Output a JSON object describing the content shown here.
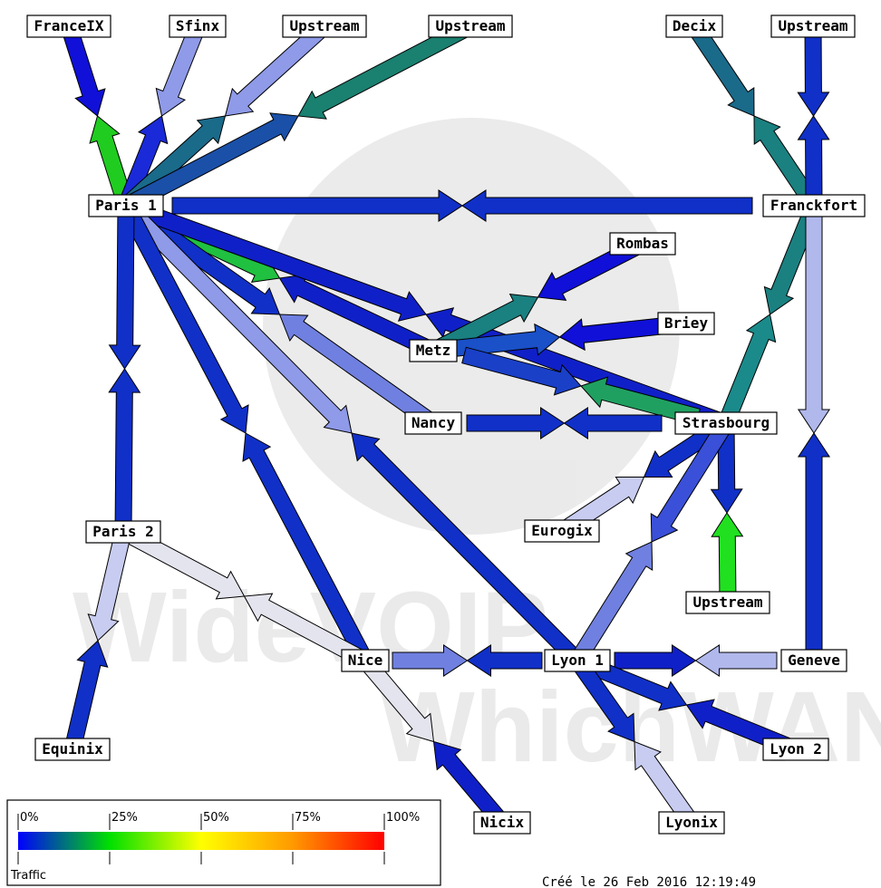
{
  "watermark": {
    "line1": "WideVOIP",
    "line2": "WhichWAN"
  },
  "nodes": [
    {
      "id": "franceix",
      "label": "FranceIX"
    },
    {
      "id": "sfinx",
      "label": "Sfinx"
    },
    {
      "id": "upstream1",
      "label": "Upstream"
    },
    {
      "id": "upstream2",
      "label": "Upstream"
    },
    {
      "id": "decix",
      "label": "Decix"
    },
    {
      "id": "upstream3",
      "label": "Upstream"
    },
    {
      "id": "paris1",
      "label": "Paris 1"
    },
    {
      "id": "franckfort",
      "label": "Franckfort"
    },
    {
      "id": "rombas",
      "label": "Rombas"
    },
    {
      "id": "briey",
      "label": "Briey"
    },
    {
      "id": "metz",
      "label": "Metz"
    },
    {
      "id": "nancy",
      "label": "Nancy"
    },
    {
      "id": "strasbourg",
      "label": "Strasbourg"
    },
    {
      "id": "eurogix",
      "label": "Eurogix"
    },
    {
      "id": "paris2",
      "label": "Paris 2"
    },
    {
      "id": "upstream4",
      "label": "Upstream"
    },
    {
      "id": "nice",
      "label": "Nice"
    },
    {
      "id": "lyon1",
      "label": "Lyon 1"
    },
    {
      "id": "geneve",
      "label": "Geneve"
    },
    {
      "id": "equinix",
      "label": "Equinix"
    },
    {
      "id": "lyon2",
      "label": "Lyon 2"
    },
    {
      "id": "nicix",
      "label": "Nicix"
    },
    {
      "id": "lyonix",
      "label": "Lyonix"
    }
  ],
  "links": [
    {
      "a": "franceix",
      "b": "paris1",
      "ab": "#1010d8",
      "ba": "#20cc20"
    },
    {
      "a": "sfinx",
      "b": "paris1",
      "ab": "#8f9ae8",
      "ba": "#1a2ad8"
    },
    {
      "a": "upstream1",
      "b": "paris1",
      "ab": "#8f9ae8",
      "ba": "#1a6a8a"
    },
    {
      "a": "upstream2",
      "b": "paris1",
      "ab": "#1a8070",
      "ba": "#1a50a8"
    },
    {
      "a": "decix",
      "b": "franckfort",
      "ab": "#1a6a8a",
      "ba": "#1a8080"
    },
    {
      "a": "upstream3",
      "b": "franckfort",
      "ab": "#1030c8",
      "ba": "#1030c8"
    },
    {
      "a": "paris1",
      "b": "franckfort",
      "ab": "#1030c8",
      "ba": "#1030c8"
    },
    {
      "a": "paris1",
      "b": "metz",
      "ab": "#20c040",
      "ba": "#1020c8"
    },
    {
      "a": "paris1",
      "b": "nancy",
      "ab": "#1030c8",
      "ba": "#7080e0"
    },
    {
      "a": "paris1",
      "b": "strasbourg",
      "ab": "#1020c8",
      "ba": "#1020c8"
    },
    {
      "a": "paris1",
      "b": "lyon1",
      "ab": "#8f9ae8",
      "ba": "#1030c8"
    },
    {
      "a": "paris1",
      "b": "nice",
      "ab": "#1030c8",
      "ba": "#1030c8"
    },
    {
      "a": "paris1",
      "b": "paris2",
      "ab": "#1030c8",
      "ba": "#1030c8"
    },
    {
      "a": "metz",
      "b": "rombas",
      "ab": "#1a8080",
      "ba": "#1010d8"
    },
    {
      "a": "metz",
      "b": "briey",
      "ab": "#1a50c8",
      "ba": "#1010d8"
    },
    {
      "a": "metz",
      "b": "strasbourg",
      "ab": "#1a40c8",
      "ba": "#20a060"
    },
    {
      "a": "franckfort",
      "b": "strasbourg",
      "ab": "#1a8080",
      "ba": "#1a8a8a"
    },
    {
      "a": "franckfort",
      "b": "geneve",
      "ab": "#b0b8ec",
      "ba": "#1030c8"
    },
    {
      "a": "nancy",
      "b": "strasbourg",
      "ab": "#1030c8",
      "ba": "#1030c8"
    },
    {
      "a": "strasbourg",
      "b": "eurogix",
      "ab": "#1030c8",
      "ba": "#c8ccf0"
    },
    {
      "a": "strasbourg",
      "b": "upstream4",
      "ab": "#1030c8",
      "ba": "#20e020"
    },
    {
      "a": "strasbourg",
      "b": "lyon1",
      "ab": "#3a50d8",
      "ba": "#7080e0"
    },
    {
      "a": "paris2",
      "b": "nice",
      "ab": "#e4e4ee",
      "ba": "#e4e4ee"
    },
    {
      "a": "paris2",
      "b": "equinix",
      "ab": "#c8ccf0",
      "ba": "#1030c8"
    },
    {
      "a": "nice",
      "b": "lyon1",
      "ab": "#7080e0",
      "ba": "#1030c8"
    },
    {
      "a": "nice",
      "b": "nicix",
      "ab": "#e4e4ee",
      "ba": "#1020c8"
    },
    {
      "a": "lyon1",
      "b": "geneve",
      "ab": "#1020c8",
      "ba": "#b0b8ec"
    },
    {
      "a": "lyon1",
      "b": "lyon2",
      "ab": "#1030c8",
      "ba": "#1020c8"
    },
    {
      "a": "lyon1",
      "b": "lyonix",
      "ab": "#1030c8",
      "ba": "#c8ccf0"
    }
  ],
  "legend": {
    "ticks": [
      "0%",
      "25%",
      "50%",
      "75%",
      "100%"
    ],
    "title": "Traffic"
  },
  "footer": {
    "created": "Créé le 26 Feb 2016 12:19:49"
  }
}
